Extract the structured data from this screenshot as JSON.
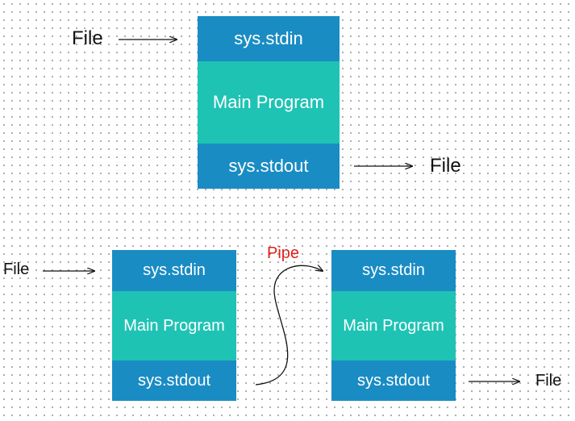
{
  "top": {
    "input_label": "File",
    "stdin": "sys.stdin",
    "program": "Main Program",
    "stdout": "sys.stdout",
    "output_label": "File"
  },
  "bottom": {
    "left": {
      "input_label": "File",
      "stdin": "sys.stdin",
      "program": "Main Program",
      "stdout": "sys.stdout"
    },
    "pipe_label": "Pipe",
    "right": {
      "stdin": "sys.stdin",
      "program": "Main Program",
      "stdout": "sys.stdout",
      "output_label": "File"
    }
  },
  "colors": {
    "stdio": "#1a8cc4",
    "program": "#1ec3b4",
    "pipe_text": "#e0201b"
  }
}
